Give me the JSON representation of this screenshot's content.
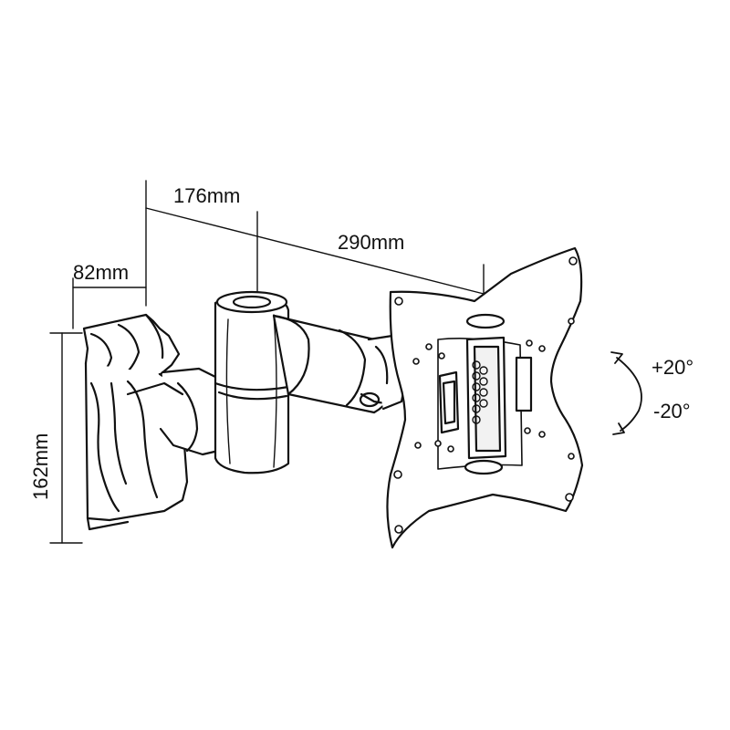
{
  "dimensions": {
    "wall_plate_depth": "82mm",
    "arm_inner": "176mm",
    "arm_total": "290mm",
    "plate_height": "162mm"
  },
  "tilt": {
    "up": "+20°",
    "down": "-20°"
  },
  "colors": {
    "stroke": "#111111",
    "fill": "#ffffff",
    "shade": "#f2f2f2"
  }
}
